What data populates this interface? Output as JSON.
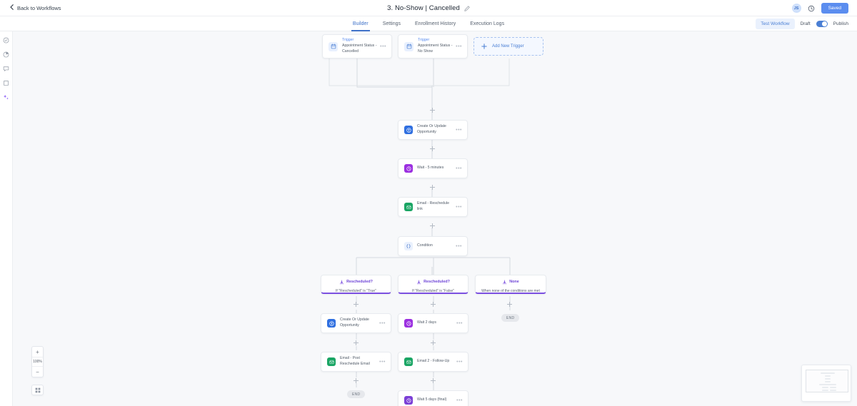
{
  "topbar": {
    "back_label": "Back to Workflows",
    "title": "3. No-Show | Cancelled",
    "edit_icon": "pencil-icon",
    "avatar_initials": "JS",
    "history_icon": "clock-history-icon",
    "saved_label": "Saved"
  },
  "tabs": [
    {
      "label": "Builder",
      "active": true
    },
    {
      "label": "Settings",
      "active": false
    },
    {
      "label": "Enrollment History",
      "active": false
    },
    {
      "label": "Execution Logs",
      "active": false
    }
  ],
  "tabbar_right": {
    "test_label": "Test Workflow",
    "draft_label": "Draft",
    "publish_label": "Publish",
    "toggle_on": true
  },
  "rail_icons": [
    "check-circle-icon",
    "clock-pie-icon",
    "comment-icon",
    "square-icon",
    "sparkle-ai-icon"
  ],
  "canvas": {
    "triggers": [
      {
        "kicker": "Trigger",
        "label": "Appointment Status - Cancelled",
        "icon": "calendar-icon"
      },
      {
        "kicker": "Trigger",
        "label": "Appointment Status - No Show",
        "icon": "calendar-icon"
      }
    ],
    "add_trigger_label": "Add New Trigger",
    "main_nodes": [
      {
        "label": "Create Or Update Opportunity",
        "icon": "opportunity-icon",
        "color": "#2f6fe0"
      },
      {
        "label": "Wait - 5 minutes",
        "icon": "wait-icon",
        "color": "#9b2fe0"
      },
      {
        "label": "Email - Reschedule link",
        "icon": "email-icon",
        "color": "#1aa564"
      },
      {
        "label": "Condition",
        "icon": "braces-icon",
        "color": "#3f72c9"
      }
    ],
    "branches": [
      {
        "title": "Rescheduled?",
        "desc": "If \"Rescheduled\" is \"True\"",
        "icon": "branch-icon"
      },
      {
        "title": "Rescheduled?",
        "desc": "If \"Rescheduled\" is \"False\"",
        "icon": "branch-icon"
      },
      {
        "title": "None",
        "desc": "When none of the conditions are met",
        "icon": "branch-icon"
      }
    ],
    "branch_left_nodes": [
      {
        "label": "Create Or Update Opportunity",
        "icon": "opportunity-icon",
        "color": "#2f6fe0"
      },
      {
        "label": "Email - Post Reschedule Email",
        "icon": "email-icon",
        "color": "#1aa564"
      }
    ],
    "branch_mid_nodes": [
      {
        "label": "Wait 2 days",
        "icon": "wait-icon",
        "color": "#9b2fe0"
      },
      {
        "label": "Email 2 - Follow-Up",
        "icon": "email-icon",
        "color": "#1aa564"
      },
      {
        "label": "Wait 5 days (final)",
        "icon": "wait-icon",
        "color": "#9b2fe0"
      }
    ],
    "end_labels": {
      "right": "END",
      "left": "END"
    }
  },
  "zoom": {
    "in_label": "+",
    "level": "100%",
    "out_label": "−",
    "fit_icon": "fit-screen-icon"
  },
  "colors": {
    "accent": "#3f72c9",
    "primary_button": "#5b8def",
    "branch_purple": "#7b4fe0",
    "canvas_bg": "#f7f8fa"
  }
}
